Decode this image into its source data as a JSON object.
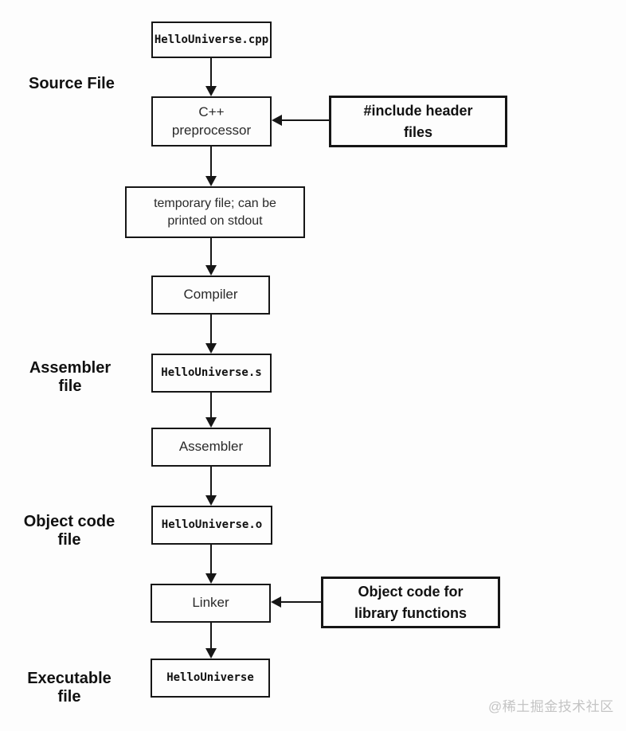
{
  "nodes": {
    "cpp_file": {
      "label": "HelloUniverse.cpp"
    },
    "preprocessor": {
      "label": "C++\npreprocessor"
    },
    "include_headers": {
      "label": "#include header\nfiles"
    },
    "temp_file": {
      "label": "temporary file; can be\nprinted on stdout"
    },
    "compiler": {
      "label": "Compiler"
    },
    "asm_file": {
      "label": "HelloUniverse.s"
    },
    "assembler": {
      "label": "Assembler"
    },
    "obj_file": {
      "label": "HelloUniverse.o"
    },
    "linker": {
      "label": "Linker"
    },
    "lib_objects": {
      "label": "Object code for\nlibrary functions"
    },
    "exe_file": {
      "label": "HelloUniverse"
    }
  },
  "stage_labels": {
    "source_file": "Source File",
    "assembler_file": "Assembler\nfile",
    "object_code_file": "Object code\nfile",
    "executable_file": "Executable\nfile"
  },
  "watermark": "@稀土掘金技术社区",
  "colors": {
    "line": "#161616",
    "background": "#fdfdfd",
    "watermark": "#c4c4c4"
  }
}
